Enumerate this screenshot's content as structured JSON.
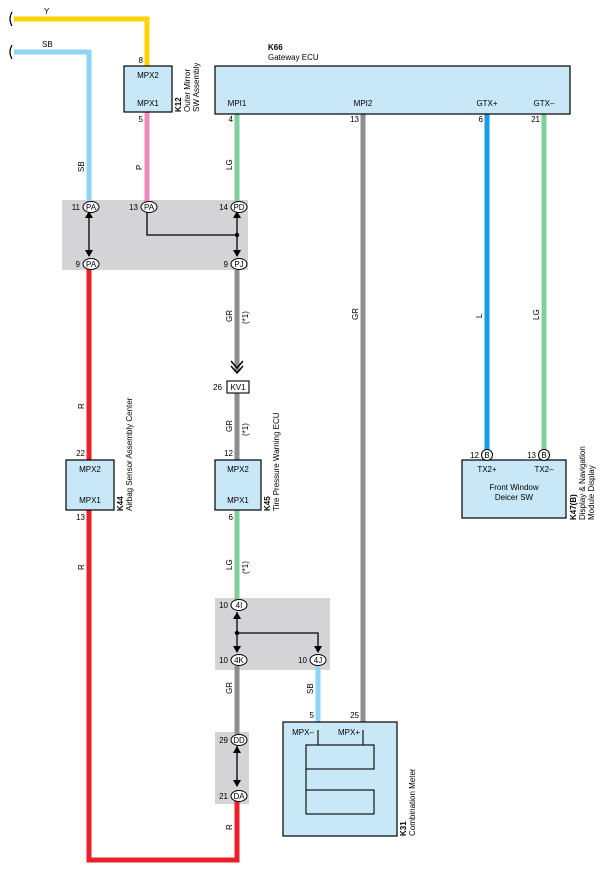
{
  "wire_colors": {
    "Y": "#ffd400",
    "SB": "#8fd3f5",
    "P": "#f087bf",
    "LG": "#7fcf9a",
    "GR": "#8e8e90",
    "L": "#129fe6",
    "R": "#e8202a"
  },
  "component_fill": "#c9e8f7",
  "junction_fill": "#d4d4d6",
  "wire_labels": {
    "top_y": "Y",
    "top_sb": "SB",
    "sb_vertical": "SB",
    "p_vertical": "P",
    "lg_mpi1": "LG",
    "gr_jb_upper": "GR",
    "gr_jb_upper_note": "(*1)",
    "gr_jb_lower": "GR",
    "gr_jb_lower_note": "(*1)",
    "gr_mpi2": "GR",
    "l_gtxp": "L",
    "lg_gtxm": "LG",
    "r_airbag_upper": "R",
    "r_airbag_lower": "R",
    "lg_tire": "LG",
    "lg_tire_note": "(*1)",
    "gr_4k": "GR",
    "sb_4j": "SB",
    "r_bottom": "R"
  },
  "components": {
    "k12": {
      "code": "K12",
      "name_line1": "Outer Mirror",
      "name_line2": "SW Assembly",
      "term_top": "MPX2",
      "term_bottom": "MPX1",
      "pin_top": "8",
      "pin_bottom": "5"
    },
    "k66": {
      "code": "K66",
      "name": "Gateway ECU",
      "terms": [
        "MPI1",
        "MPI2",
        "GTX+",
        "GTX–"
      ],
      "pins": [
        "4",
        "13",
        "6",
        "21"
      ]
    },
    "k44": {
      "code": "K44",
      "name": "Airbag Sensor Assembly Center",
      "term_top": "MPX2",
      "term_bottom": "MPX1",
      "pin_top": "22",
      "pin_bottom": "13"
    },
    "k45": {
      "code": "K45",
      "name": "Tire Pressure Warning ECU",
      "term_top": "MPX2",
      "term_bottom": "MPX1",
      "pin_top": "12",
      "pin_bottom": "6"
    },
    "k47": {
      "code": "K47(B)",
      "name_line1": "Display & Navigation",
      "name_line2": "Module Display",
      "inner_line1": "Front Window",
      "inner_line2": "Deicer SW",
      "term_left": "TX2+",
      "term_right": "TX2–",
      "pin_left": "12",
      "pin_right": "13",
      "conn_left": "B",
      "conn_right": "B"
    },
    "k31": {
      "code": "K31",
      "name": "Combination Meter",
      "term_left": "MPX–",
      "term_right": "MPX+",
      "pin_left": "5",
      "pin_right": "25"
    }
  },
  "connectors": {
    "jb1": [
      {
        "pin": "11",
        "code": "PA"
      },
      {
        "pin": "13",
        "code": "PA"
      },
      {
        "pin": "14",
        "code": "PD"
      },
      {
        "pin": "9",
        "code": "PA"
      },
      {
        "pin": "9",
        "code": "PJ"
      }
    ],
    "kv1": {
      "pin": "26",
      "code": "KV1"
    },
    "jb2": [
      {
        "pin": "10",
        "code": "4I"
      },
      {
        "pin": "10",
        "code": "4K"
      },
      {
        "pin": "10",
        "code": "4J"
      }
    ],
    "jb3": [
      {
        "pin": "29",
        "code": "DD"
      },
      {
        "pin": "21",
        "code": "DA"
      }
    ]
  }
}
